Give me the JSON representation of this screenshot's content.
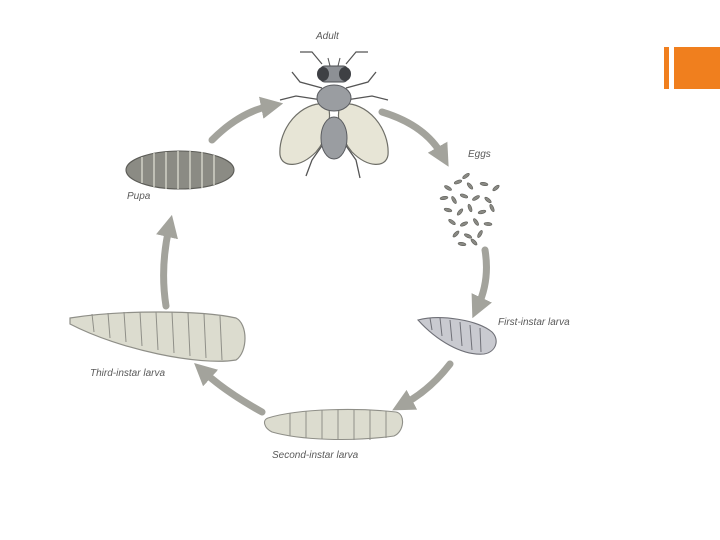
{
  "colors": {
    "accent": "#f07f1e",
    "arrow": "#a3a39c",
    "larva_fill": "#dcdccf",
    "larva_stroke": "#8f8f88",
    "pupa_fill": "#8b8b84",
    "fly_body": "#9a9da1",
    "fly_wing": "#e7e5d6",
    "label": "#5a5a5a"
  },
  "diagram": {
    "stages": [
      {
        "id": "adult",
        "label": "Adult"
      },
      {
        "id": "eggs",
        "label": "Eggs"
      },
      {
        "id": "first_instar",
        "label": "First-instar larva"
      },
      {
        "id": "second_instar",
        "label": "Second-instar larva"
      },
      {
        "id": "third_instar",
        "label": "Third-instar larva"
      },
      {
        "id": "pupa",
        "label": "Pupa"
      }
    ]
  }
}
